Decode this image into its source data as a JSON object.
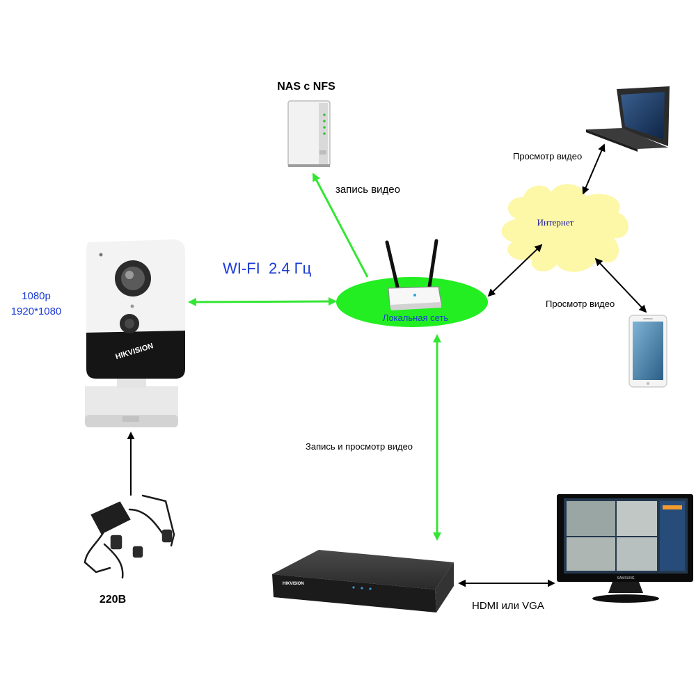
{
  "labels": {
    "nas": "NAS с NFS",
    "record_video": "запись видео",
    "view_video_laptop": "Просмотр видео",
    "internet": "Интернет",
    "wifi": "WI-FI  2.4 Гц",
    "resolution_line1": "1080p",
    "resolution_line2": "1920*1080",
    "lan": "Локальная сеть",
    "view_video_phone": "Просмотр видео",
    "record_and_view": "Запись и просмотр видео",
    "power": "220В",
    "hdmi_vga": "HDMI или VGA"
  },
  "brand": {
    "camera": "HIKVISION",
    "nvr": "HIKVISION",
    "monitor": "SAMSUNG"
  },
  "colors": {
    "green_arrow": "#33e633",
    "lan_ellipse": "#22ee22",
    "cloud": "#fdf7a8",
    "label_blue": "#1a3ad6",
    "internet_blue": "#1a1aa0"
  }
}
